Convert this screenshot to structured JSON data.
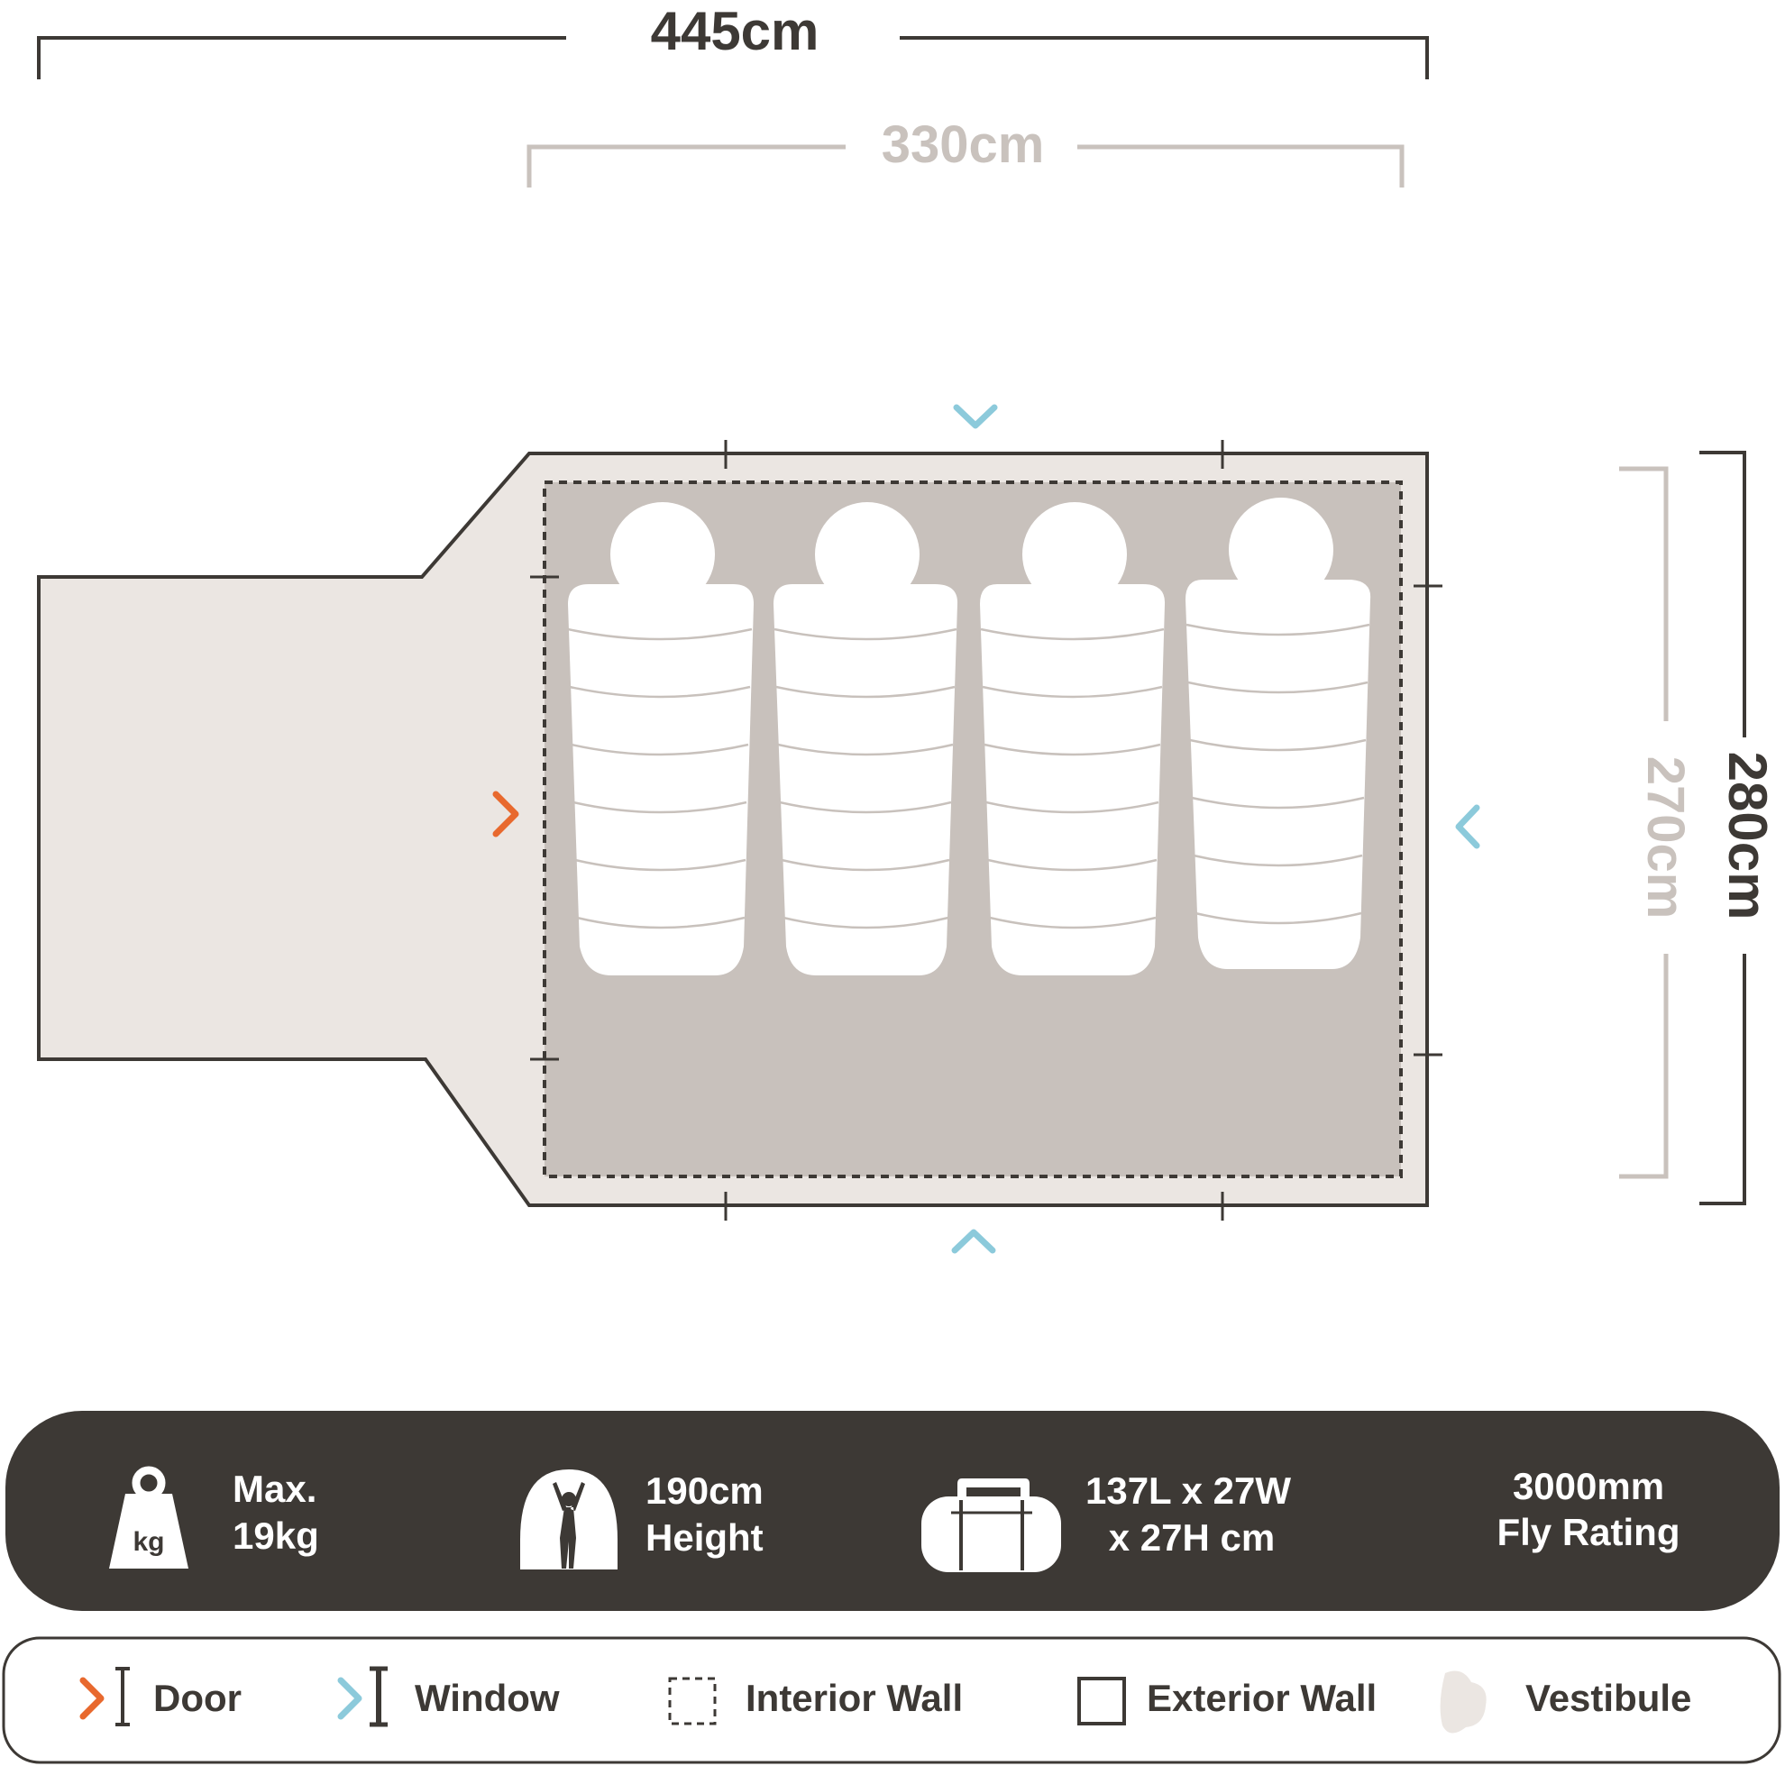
{
  "colors": {
    "dark": "#3d3935",
    "dimension_grey": "#c9c2bd",
    "vestibule_fill": "#ebe6e2",
    "interior_fill": "#c8c1bc",
    "door_orange": "#e8692e",
    "window_blue": "#8ccadb",
    "white": "#ffffff"
  },
  "dimensions": {
    "overall_length": "445cm",
    "inner_length": "330cm",
    "overall_width": "280cm",
    "inner_width": "270cm"
  },
  "sleeping_bags": {
    "count": 4
  },
  "specs": [
    {
      "icon": "weight-icon",
      "line1": "Max.",
      "line2": "19kg"
    },
    {
      "icon": "height-person-icon",
      "line1": "190cm",
      "line2": "Height"
    },
    {
      "icon": "carry-bag-icon",
      "line1": "137L x 27W",
      "line2": "x 27H cm"
    },
    {
      "icon": "none",
      "line1": "3000mm",
      "line2": "Fly Rating"
    }
  ],
  "legend": [
    {
      "icon": "door-icon",
      "label": "Door"
    },
    {
      "icon": "window-icon",
      "label": "Window"
    },
    {
      "icon": "interior-wall-icon",
      "label": "Interior Wall"
    },
    {
      "icon": "exterior-wall-icon",
      "label": "Exterior Wall"
    },
    {
      "icon": "vestibule-icon",
      "label": "Vestibule"
    }
  ]
}
